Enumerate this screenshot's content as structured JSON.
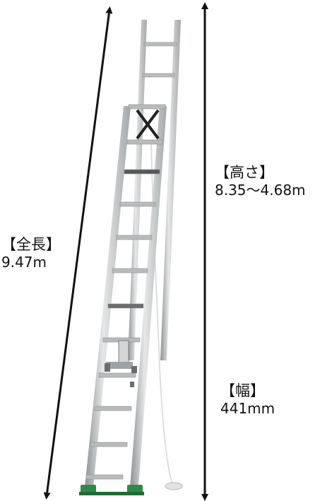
{
  "specs": {
    "length": {
      "title": "【全長】",
      "value": "9.47m"
    },
    "height": {
      "title": "【高さ】",
      "value": "8.35～4.68m"
    },
    "width": {
      "title": "【幅】",
      "value": "441mm"
    }
  },
  "colors": {
    "arrow": "#111111",
    "rail": "#c9cbcc",
    "rail_shadow": "#8e9193",
    "rung": "#b8babb",
    "brace": "#222222",
    "foot": "#2f8a4a",
    "cord": "#d8d8d8"
  },
  "icons": {
    "length_arrow": "double-headed-arrow-icon",
    "height_arrow": "double-headed-arrow-icon"
  }
}
